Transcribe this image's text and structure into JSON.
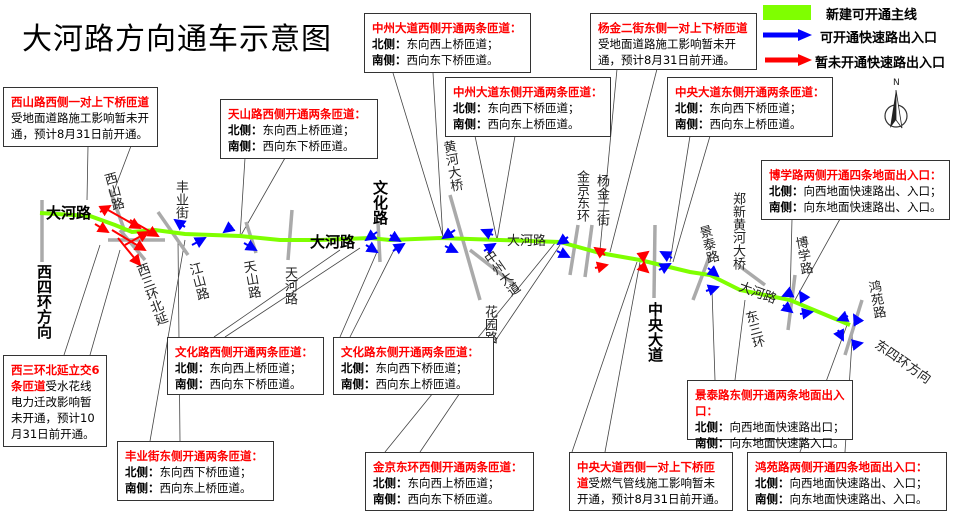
{
  "title": "大河路方向通车示意图",
  "legend": [
    {
      "label": "新建可开通主线",
      "color": "#7fff00"
    },
    {
      "label": "可开通快速路出入口",
      "color": "#0000ff"
    },
    {
      "label": "暂未开通快速路出入口",
      "color": "#ff0000"
    }
  ],
  "compass": "N",
  "map_labels": {
    "dahe_w": "大河路",
    "xisihuan": "西四环方向",
    "xishan": "西山路",
    "fengye": "丰业街",
    "xisanhuan": "西三环北延",
    "jiangshan": "江山路",
    "tianshan": "天山路",
    "tianhe": "天河路",
    "wenhua": "文化路",
    "dahe_m": "大河路",
    "huanghe": "黄河大桥",
    "zhongzhou": "中州大道",
    "huayuan": "花园路",
    "dahe_m2": "大河路",
    "jinjing": "金京东环",
    "yangjin": "杨金二街",
    "zhongyang": "中央大道",
    "jingtai": "景泰路",
    "zhengxin": "郑新黄河大桥",
    "dahe_e": "大河路",
    "dongsanhuan": "东三环",
    "boxue": "博学路",
    "hongyuan": "鸿苑路",
    "dongsihuan": "东四环方向"
  },
  "north": "北侧：",
  "south": "南侧：",
  "callouts": {
    "xishan": {
      "head": "西山路西侧一对上下桥匝道",
      "text": "受地面道路施工影响暂未开通，预计8月31日前开通。"
    },
    "tianshan": {
      "head": "天山路西侧开通两条匝道：",
      "n": "东向西上桥匝道；",
      "s": "西向东下桥匝道。"
    },
    "zhongzhou_w": {
      "head": "中州大道西侧开通两条匝道：",
      "n": "东向西上桥匝道；",
      "s": "西向东下桥匝道。"
    },
    "zhongzhou_e": {
      "head": "中州大道东侧开通两条匝道：",
      "n": "东向西下桥匝道；",
      "s": "西向东上桥匝道。"
    },
    "yangjin": {
      "head": "杨金二街东侧一对上下桥匝道",
      "text": "受地面道路施工影响暂未开通，预计8月31日前开通。"
    },
    "zhongyang_e": {
      "head": "中央大道东侧开通两条匝道：",
      "n": "东向西下桥匝道；",
      "s": "西向东上桥匝道。"
    },
    "boxue": {
      "head": "博学路两侧开通四条地面出入口：",
      "n": "向西地面快速路出、入口；",
      "s": "向东地面快速路出、入口。"
    },
    "xisanhuan": {
      "head": "西三环北延立交6条匝道",
      "text": "受水花线电力迁改影响暂未开通，预计10月31日前开通。"
    },
    "wenhua_w": {
      "head": "文化路西侧开通两条匝道：",
      "n": "东向西上桥匝道；",
      "s": "西向东下桥匝道。"
    },
    "wenhua_e": {
      "head": "文化路东侧开通两条匝道：",
      "n": "东向西下桥匝道；",
      "s": "西向东上桥匝道。"
    },
    "fengye": {
      "head": "丰业街东侧开通两条匝道：",
      "n": "东向西下桥匝道；",
      "s": "西向东上桥匝道。"
    },
    "jinjing": {
      "head": "金京东环西侧开通两条匝道：",
      "n": "东向西上桥匝道；",
      "s": "西向东下桥匝道。"
    },
    "zhongyang_w": {
      "head": "中央大道西侧一对上下桥匝道",
      "text": "受燃气管线施工影响暂未开通，预计8月31日前开通。"
    },
    "jingtai": {
      "head": "景泰路东侧开通两条地面出入口：",
      "n": "向西地面快速路出口；",
      "s": "向东地面快速路入口。"
    },
    "hongyuan": {
      "head": "鸿苑路两侧开通四条地面出入口：",
      "n": "向西地面快速路出、入口；",
      "s": "向东地面快速路出、入口。"
    }
  }
}
